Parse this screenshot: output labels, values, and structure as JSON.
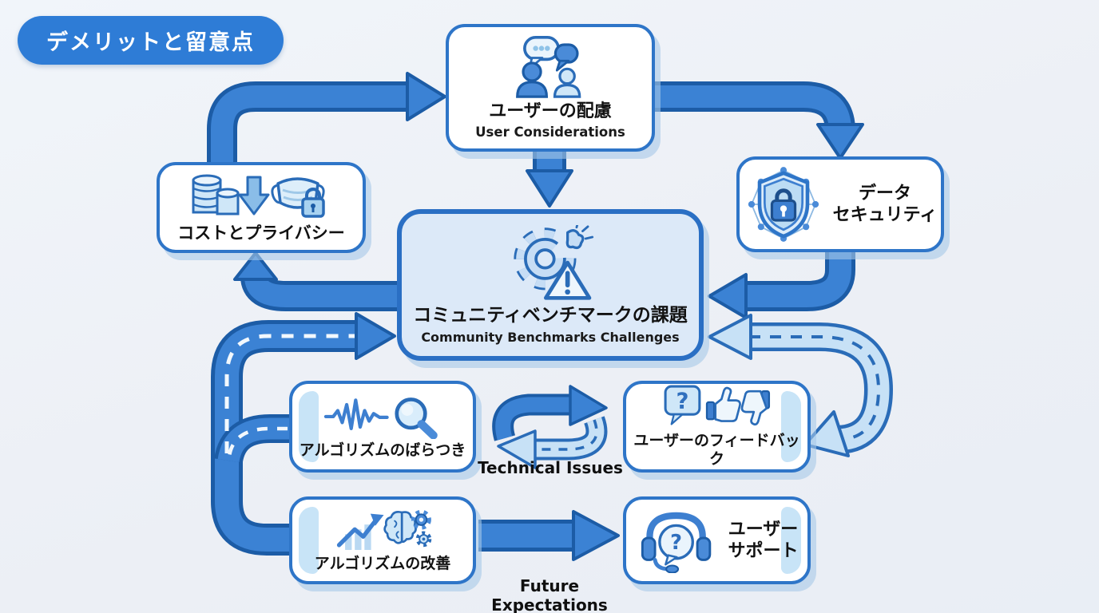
{
  "title": "デメリットと留意点",
  "nodes": {
    "user_considerations": {
      "jp": "ユーザーの配慮",
      "en": "User Considerations",
      "icon": "users-chat-icon"
    },
    "cost_privacy": {
      "jp": "コストとプライバシー",
      "icon": "coins-mask-lock-icon"
    },
    "data_security": {
      "jp1": "データ",
      "jp2": "セキュリティ",
      "icon": "shield-lock-network-icon"
    },
    "community_benchmarks": {
      "jp": "コミュニティベンチマークの課題",
      "en": "Community Benchmarks Challenges",
      "icon": "broken-gear-warning-icon"
    },
    "algorithm_variance": {
      "jp": "アルゴリズムのばらつき",
      "icon": "waveform-magnifier-icon"
    },
    "user_feedback": {
      "jp": "ユーザーのフィードバック",
      "icon": "question-thumbs-icon"
    },
    "algorithm_improvement": {
      "jp": "アルゴリズムの改善",
      "icon": "growth-brain-gears-icon"
    },
    "user_support": {
      "jp1": "ユーザー",
      "jp2": "サポート",
      "icon": "headset-question-icon"
    }
  },
  "edge_labels": {
    "technical_issues": "Technical Issues",
    "future_expectations": "Future Expectations"
  },
  "icon_glyphs": {
    "question": "?"
  },
  "colors": {
    "background": "#eef1f6",
    "arrow_solid": "#3b82d4",
    "arrow_outline": "#1c5ca6",
    "arrow_light": "#c7e1f6",
    "arrow_light_outline": "#2a6cb8",
    "box_border": "#2e75c8",
    "center_fill": "#dce9f8",
    "title_bg": "#2e7cd6",
    "text": "#121212"
  }
}
